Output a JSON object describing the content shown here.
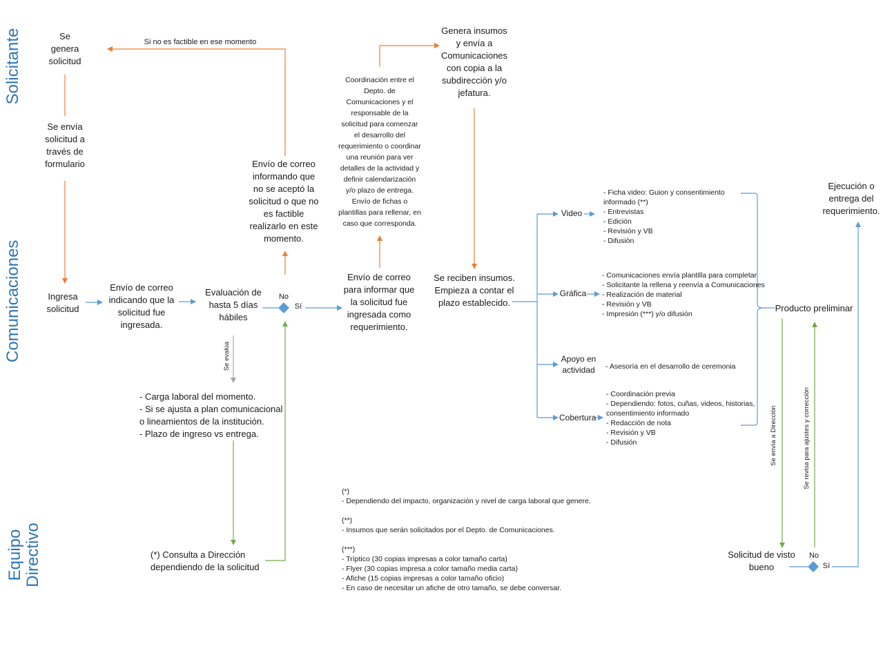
{
  "lanes": {
    "solicitante": "Solicitante",
    "comunicaciones": "Comunicaciones",
    "equipo_line1": "Equipo",
    "equipo_line2": "Directivo"
  },
  "nodes": {
    "genera_solicitud": [
      "Se",
      "genera",
      "solicitud"
    ],
    "envia_solicitud": [
      "Se envía",
      "solicitud a",
      "través de",
      "formulario"
    ],
    "ingresa_solicitud": [
      "Ingresa",
      "solicitud"
    ],
    "envio_correo_ingresada": [
      "Envío de correo",
      "indicando que la",
      "solicitud fue",
      "ingresada."
    ],
    "evaluacion": [
      "Evaluación de",
      "hasta 5 días",
      "hábiles"
    ],
    "envio_correo_no_factible": [
      "Envío de correo",
      "informando que",
      "no se aceptó la",
      "solicitud o que no",
      "es factible",
      "realizarlo en este",
      "momento."
    ],
    "envio_correo_aceptada": [
      "Envío de correo",
      "para informar que",
      "la solicitud fue",
      "ingresada como",
      "requerimiento."
    ],
    "coordinacion": [
      "Coordinación entre el",
      "Depto. de",
      "Comunicaciones y el",
      "responsable de la",
      "solicitud para comenzar",
      "el desarrollo del",
      "requerimiento o coordinar",
      "una reunión para ver",
      "detalles de la actividad y",
      "definir calendarización",
      "y/o plazo de entrega.",
      "Envío de fichas o",
      "plantillas para rellenar, en",
      "caso que corresponda."
    ],
    "genera_insumos": [
      "Genera insumos",
      "y envía a",
      "Comunicaciones",
      "con copia a la",
      "subdirección y/o",
      "jefatura."
    ],
    "reciben_insumos": [
      "Se reciben insumos.",
      "Empieza a contar el",
      "plazo establecido."
    ],
    "criterios": [
      "- Carga laboral del momento.",
      "- Si se ajusta a plan comunicacional",
      "o lineamientos de la institución.",
      "- Plazo de ingreso vs entrega."
    ],
    "consulta_direccion": [
      "(*) Consulta a Dirección",
      "dependiendo de la solicitud"
    ],
    "producto_preliminar": "Producto preliminar",
    "ejecucion": [
      "Ejecución o",
      "entrega del",
      "requerimiento."
    ],
    "visto_bueno": [
      "Solicitud de visto",
      "bueno"
    ]
  },
  "branches": {
    "video_label": "Video",
    "video_items": [
      "- Ficha video: Guion y consentimiento",
      "informado (**)",
      "- Entrevistas",
      "- Edición",
      "- Revisión y VB",
      "- Difusión"
    ],
    "grafica_label": "Gráfica",
    "grafica_items": [
      "- Comunicaciones envía plantilla para completar",
      "- Solicitante la rellena y reenvía a Comunicaciones",
      "- Realización de material",
      "- Revisión y VB",
      "- Impresión (***) y/o difusión"
    ],
    "apoyo_label": [
      "Apoyo en",
      "actividad"
    ],
    "apoyo_items": [
      "- Asesoría en el desarrollo de ceremonia"
    ],
    "cobertura_label": "Cobertura",
    "cobertura_items": [
      "- Coordinación previa",
      "- Dependiendo: fotos, cuñas, videos, historias,",
      "consentimiento informado",
      "- Redacción de nota",
      "- Revisión y VB",
      "- Difusión"
    ]
  },
  "edge_labels": {
    "no_factible": "Si no es factible en ese momento",
    "no": "No",
    "si": "Sí",
    "se_evalua": "Se evalúa",
    "se_envia_direccion": "Se envía a Dirección",
    "se_revisa": "Se revisa para ajustes y corrección",
    "no2": "No",
    "si2": "Sí"
  },
  "notes": [
    "(*)",
    "- Dependiendo del impacto, organización y nivel de carga laboral que genere.",
    "",
    "(**)",
    "- Insumos que serán solicitados por el Depto. de Comunicaciones.",
    "",
    "(***)",
    "- Tríptico (30 copias impresas a color tamaño carta)",
    "- Flyer (30 copias impresa a color tamaño media carta)",
    "- Afiche (15 copias impresas a color tamaño oficio)",
    "- En caso de necesitar un afiche de otro tamaño, se debe conversar."
  ],
  "colors": {
    "lane_text": "#2e75b6",
    "blue_arrow": "#5b9bd5",
    "orange_arrow": "#ed7d31",
    "green_arrow": "#70ad47",
    "gray_arrow": "#a6a6a6",
    "decision_fill": "#5b9bd5"
  }
}
